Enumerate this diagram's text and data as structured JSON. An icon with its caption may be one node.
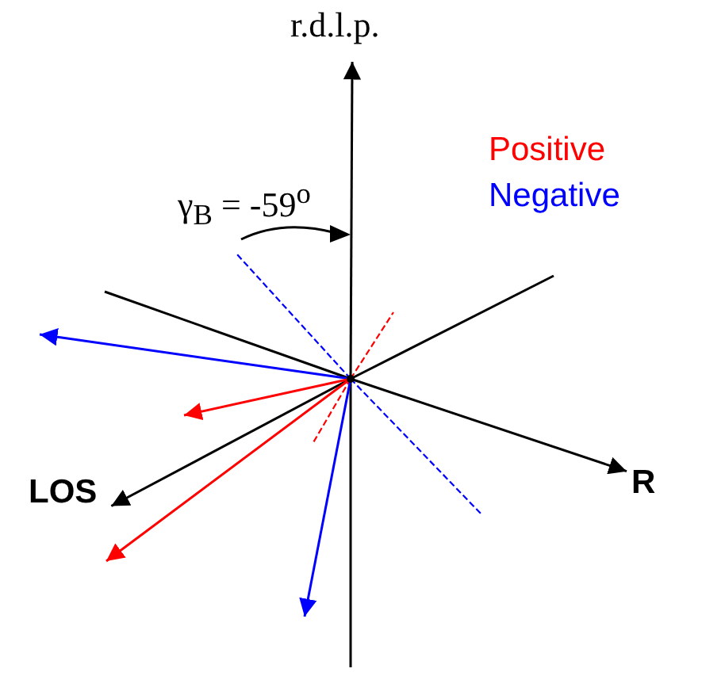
{
  "diagram": {
    "nodes": [
      {
        "text": [],
        "shape": "circle"
      },
      {
        "text": [
          "r.d.l.p."
        ]
      },
      {
        "text": [
          "LOS"
        ]
      },
      {
        "text": [
          "R"
        ]
      }
    ],
    "edges": [
      {
        "from": 0,
        "to": 1,
        "arrow": "to"
      },
      {
        "from": 0,
        "to": null,
        "arrow": "none"
      },
      {
        "from": 0,
        "to": 3,
        "arrow": "to"
      },
      {
        "from": 0,
        "to": null,
        "arrow": "none"
      },
      {
        "from": 0,
        "to": 2,
        "arrow": "to"
      },
      {
        "from": 0,
        "to": null,
        "arrow": "none"
      },
      {
        "from": 0,
        "to": null,
        "arrow": "none",
        "style": "dashed",
        "color": "#0000ff"
      },
      {
        "from": 0,
        "to": null,
        "arrow": "none",
        "style": "dashed",
        "color": "#0000ff"
      },
      {
        "from": 0,
        "to": null,
        "arrow": "none",
        "style": "dashed",
        "color": "#ff0000"
      },
      {
        "from": 0,
        "to": null,
        "arrow": "none",
        "style": "dashed",
        "color": "#ff0000"
      },
      {
        "from": 0,
        "to": null,
        "arrow": "to",
        "color": "#0000ff"
      },
      {
        "from": 0,
        "to": null,
        "arrow": "to",
        "color": "#ff0000"
      },
      {
        "from": 0,
        "to": null,
        "arrow": "to",
        "color": "#ff0000"
      },
      {
        "from": 0,
        "to": null,
        "arrow": "to",
        "color": "#0000ff"
      }
    ],
    "labels": [
      "γ$_{B}$ = -59$^{o}$"
    ],
    "legend": [
      {
        "text": "Positive",
        "color": "#ff0000"
      },
      {
        "text": "Negative",
        "color": "#0000ff"
      }
    ]
  }
}
